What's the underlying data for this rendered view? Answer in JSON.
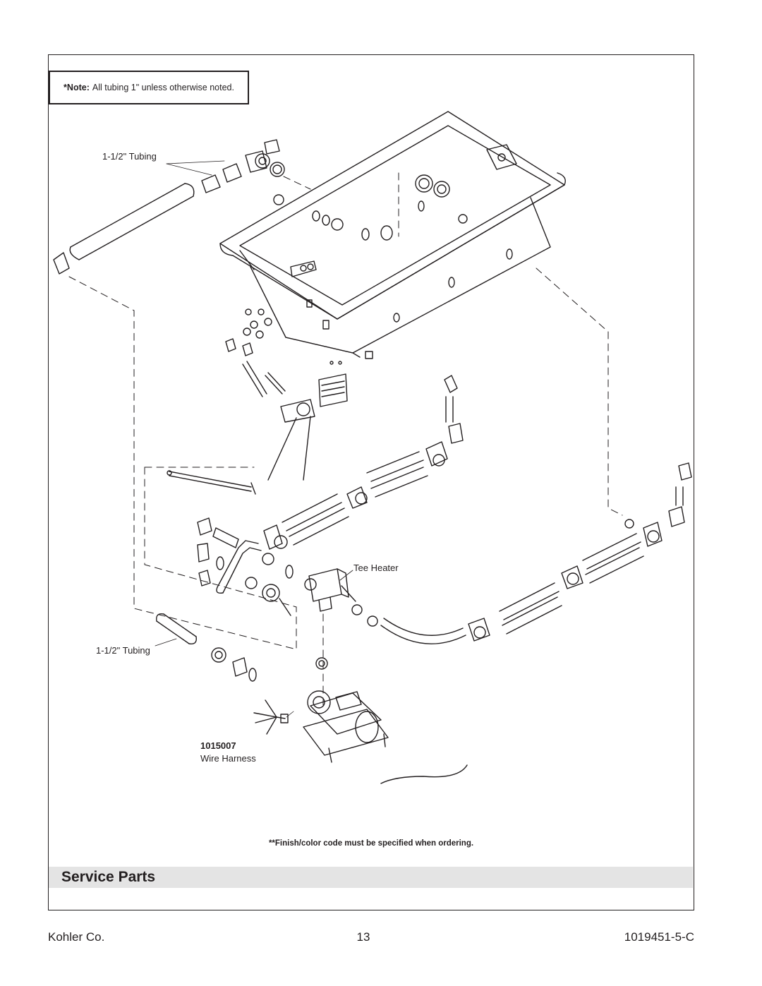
{
  "note": {
    "label": "*Note:",
    "text": "All tubing 1\" unless otherwise noted."
  },
  "labels": {
    "tubing_top": "1-1/2\" Tubing",
    "tee_heater": "Tee Heater",
    "tubing_bottom": "1-1/2\" Tubing",
    "harness_number": "1015007",
    "harness_name": "Wire Harness"
  },
  "finish_note": "**Finish/color code must be specified when ordering.",
  "section_title": "Service Parts",
  "footer": {
    "company": "Kohler Co.",
    "page": "13",
    "doc_number": "1019451-5-C"
  },
  "colors": {
    "line": "#231f20",
    "section_bar": "#e4e4e4"
  }
}
